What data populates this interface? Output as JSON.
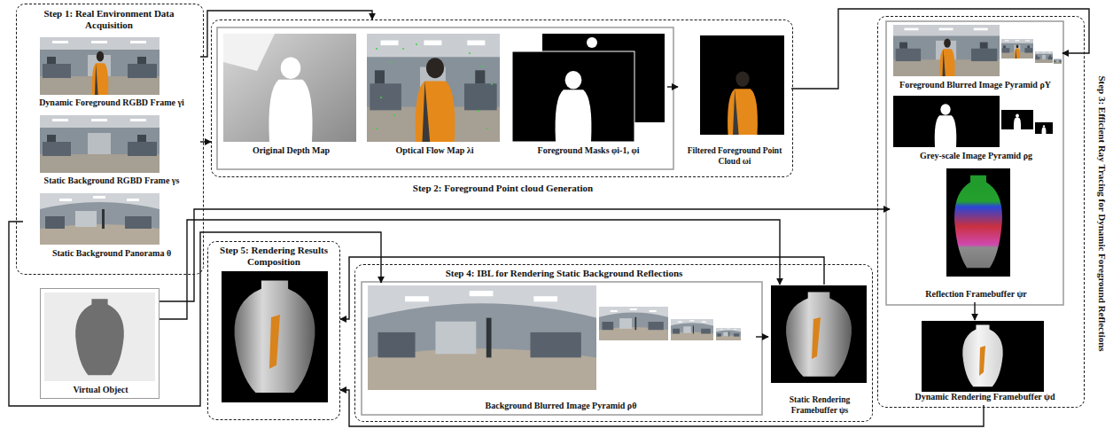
{
  "diagram": {
    "nodes": [
      {
        "text": [
          "Step 1: Real Environment Data Acquisition"
        ]
      },
      {
        "text": [
          "Dynamic Foreground RGBD Frame γi"
        ],
        "in": 0
      },
      {
        "text": [
          "Static Background RGBD Frame γs"
        ],
        "in": 0
      },
      {
        "text": [
          "Static Background Panorama θ"
        ],
        "in": 0
      },
      {
        "text": [
          "Virtual Object"
        ]
      },
      {
        "text": [
          "Step 2: Foreground Point cloud Generation"
        ]
      },
      {
        "text": [
          "Original Depth Map"
        ],
        "in": 5
      },
      {
        "text": [
          "Optical Flow Map λi"
        ],
        "in": 5
      },
      {
        "text": [
          "Foreground Masks φi-1, φi"
        ],
        "in": 5
      },
      {
        "text": [
          "Filtered Foreground Point Cloud ωi"
        ],
        "in": 5
      },
      {
        "text": [
          "Step 3: Efficient Ray Tracing for Dynamic Foreground Reflections"
        ]
      },
      {
        "text": [
          "Foreground Blurred Image Pyramid ρY"
        ],
        "in": 10
      },
      {
        "text": [
          "Grey-scale Image Pyramid ρg"
        ],
        "in": 10
      },
      {
        "text": [
          "Reflection Framebuffer ψr"
        ],
        "in": 10
      },
      {
        "text": [
          "Dynamic Rendering Framebuffer ψd"
        ],
        "in": 10
      },
      {
        "text": [
          "Step 4: IBL for Rendering Static Background Reflections"
        ]
      },
      {
        "text": [
          "Background Blurred Image Pyramid ρθ"
        ],
        "in": 15
      },
      {
        "text": [
          "Static Rendering Framebuffer ψs"
        ],
        "in": 15
      },
      {
        "text": [
          "Step 5: Rendering Results Composition"
        ]
      }
    ],
    "edges": [
      {
        "from": 1,
        "to": 5,
        "arrow": "to"
      },
      {
        "from": 2,
        "to": 5,
        "arrow": "to"
      },
      {
        "from": 8,
        "to": 9,
        "arrow": "to"
      },
      {
        "from": 9,
        "to": 11,
        "arrow": "to"
      },
      {
        "from": 3,
        "to": 16,
        "arrow": "to"
      },
      {
        "from": 4,
        "to": 13,
        "arrow": "to"
      },
      {
        "from": 4,
        "to": 17,
        "arrow": "to"
      },
      {
        "from": 16,
        "to": 17,
        "arrow": "to"
      },
      {
        "from": 17,
        "to": 18,
        "arrow": "to"
      },
      {
        "from": 14,
        "to": 18,
        "arrow": "to"
      },
      {
        "from": 13,
        "to": 14,
        "arrow": "to"
      }
    ]
  }
}
